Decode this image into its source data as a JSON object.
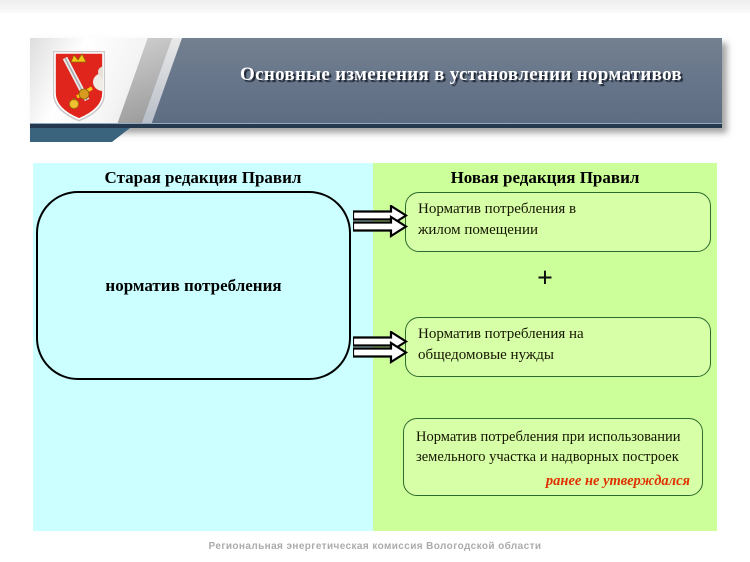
{
  "slide": {
    "header": {
      "title": "Основные изменения в установлении нормативов",
      "emblem_name": "vologda-oblast-coat-of-arms",
      "banner_color": "#66748a",
      "accent_bar_color": "#3a647e"
    },
    "old_rules": {
      "title": "Старая редакция Правил",
      "panel_color": "#ccffff",
      "node_label": "норматив потребления"
    },
    "new_rules": {
      "title": "Новая редакция Правил",
      "panel_color": "#ccff99",
      "box_border_color": "#2e6b2e",
      "plus_sign": "+",
      "boxes": [
        {
          "line1": "Норматив потребления в",
          "line2": "жилом помещении"
        },
        {
          "line1": "Норматив потребления на",
          "line2": "общедомовые нужды"
        },
        {
          "line1": "Норматив потребления при использовании",
          "line2": "земельного участка и надворных построек",
          "note": "ранее не утверждался",
          "note_color": "#e03000"
        }
      ]
    },
    "footer": {
      "text": "Региональная энергетическая комиссия Вологодской области"
    }
  }
}
